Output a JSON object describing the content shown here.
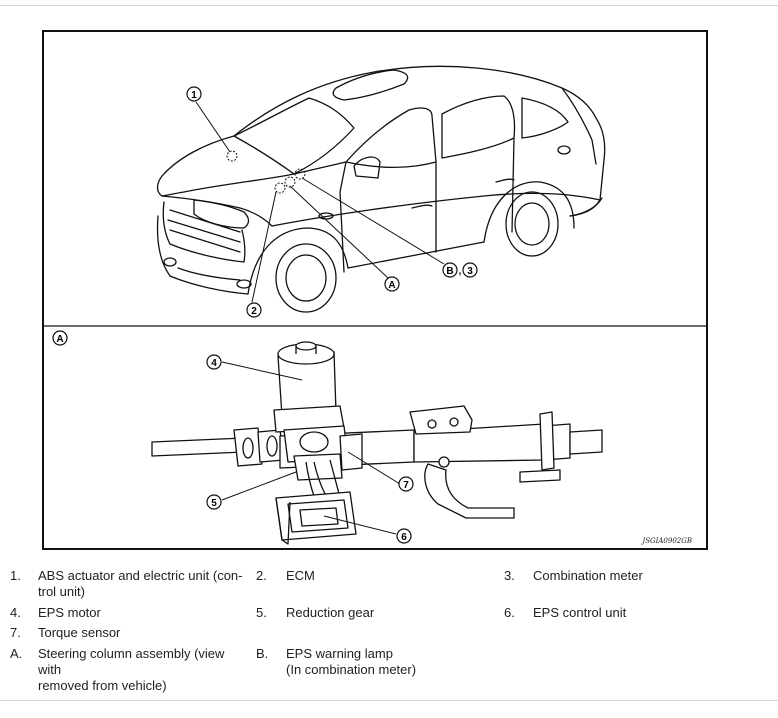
{
  "figure": {
    "code": "JSGIA0902GB",
    "callouts": {
      "c1": "1",
      "c2": "2",
      "cA": "A",
      "cB": "B",
      "cB_sep": ",",
      "c3": "3",
      "panelA": "A",
      "c4": "4",
      "c5": "5",
      "c6": "6",
      "c7": "7"
    }
  },
  "legend": [
    {
      "num": "1.",
      "text": "ABS actuator and electric unit (con-\ntrol unit)"
    },
    {
      "num": "2.",
      "text": "ECM"
    },
    {
      "num": "3.",
      "text": "Combination meter"
    },
    {
      "num": "4.",
      "text": "EPS motor"
    },
    {
      "num": "5.",
      "text": "Reduction gear"
    },
    {
      "num": "6.",
      "text": "EPS control unit"
    },
    {
      "num": "7.",
      "text": "Torque sensor"
    },
    {
      "num": "A.",
      "text": "Steering column assembly (view with\nremoved from vehicle)"
    },
    {
      "num": "B.",
      "text": "EPS warning lamp\n(In combination meter)"
    }
  ]
}
